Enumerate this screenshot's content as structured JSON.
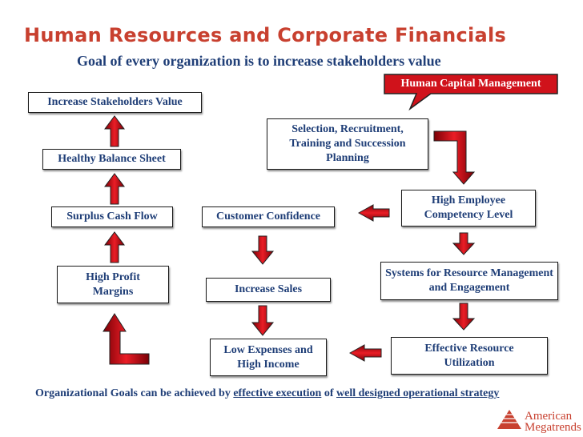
{
  "header": {
    "title": "Human Resources and Corporate Financials",
    "subtitle": "Goal of every organization is to increase stakeholders value"
  },
  "callout": "Human Capital Management",
  "boxes": {
    "increase_stakeholders_value": "Increase Stakeholders Value",
    "healthy_balance_sheet": "Healthy Balance Sheet",
    "surplus_cash_flow": "Surplus Cash Flow",
    "high_profit_margins": "High Profit Margins",
    "selection_recruitment": "Selection, Recruitment, Training and Succession Planning",
    "high_employee_competency": "High Employee Competency Level",
    "customer_confidence": "Customer Confidence",
    "systems_resource_mgmt": "Systems for Resource Management and Engagement",
    "increase_sales": "Increase Sales",
    "low_expenses": "Low Expenses and High Income",
    "effective_resource_utilization": "Effective Resource Utilization"
  },
  "footer": {
    "text1": "Organizational Goals can be achieved by ",
    "link1": "effective execution",
    "text2": " of ",
    "link2": "well designed operational strategy"
  },
  "logo": {
    "line1": "American",
    "line2": "Megatrends"
  },
  "colors": {
    "title": "#c8402f",
    "text": "#1f3e77",
    "arrow": "#d0121b",
    "callout": "#d0121b"
  }
}
